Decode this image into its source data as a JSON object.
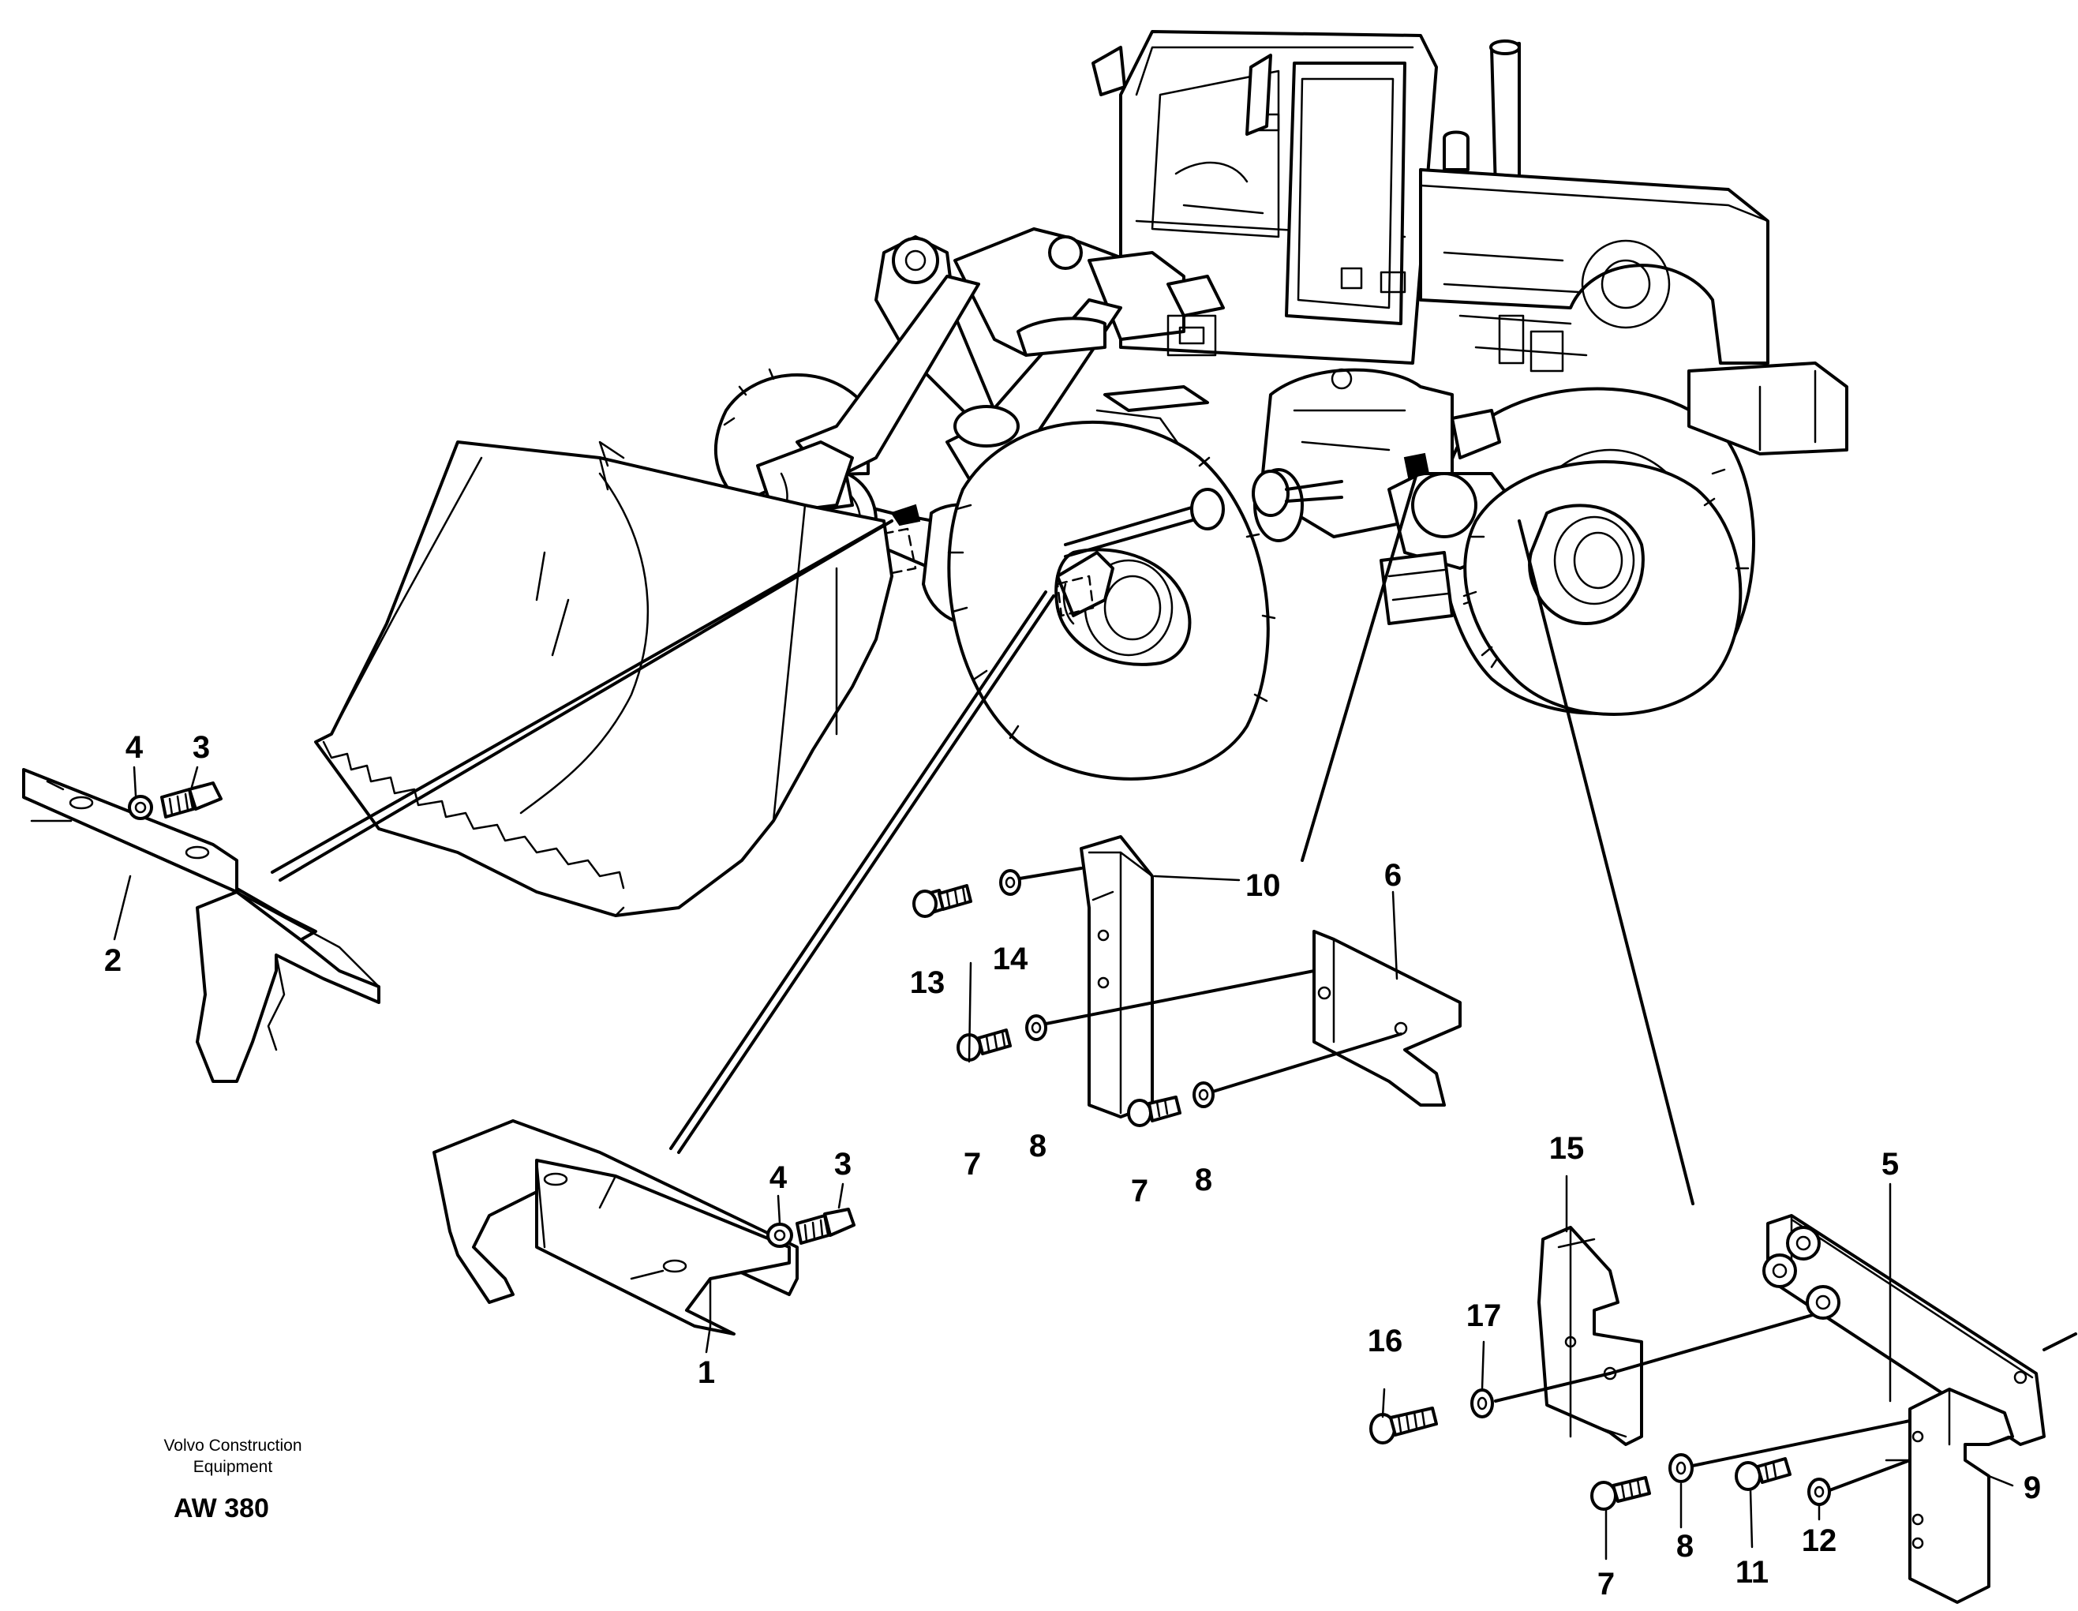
{
  "callouts": {
    "c1": "1",
    "c2": "2",
    "c3a": "3",
    "c3b": "3",
    "c4a": "4",
    "c4b": "4",
    "c5": "5",
    "c6": "6",
    "c7a": "7",
    "c7b": "7",
    "c7c": "7",
    "c8a": "8",
    "c8b": "8",
    "c8c": "8",
    "c9": "9",
    "c10": "10",
    "c11": "11",
    "c12": "12",
    "c13": "13",
    "c14": "14",
    "c15": "15",
    "c16": "16",
    "c17": "17"
  },
  "caption": {
    "company_line1": "Volvo Construction",
    "company_line2": "Equipment",
    "drawing_code": "AW 380"
  }
}
